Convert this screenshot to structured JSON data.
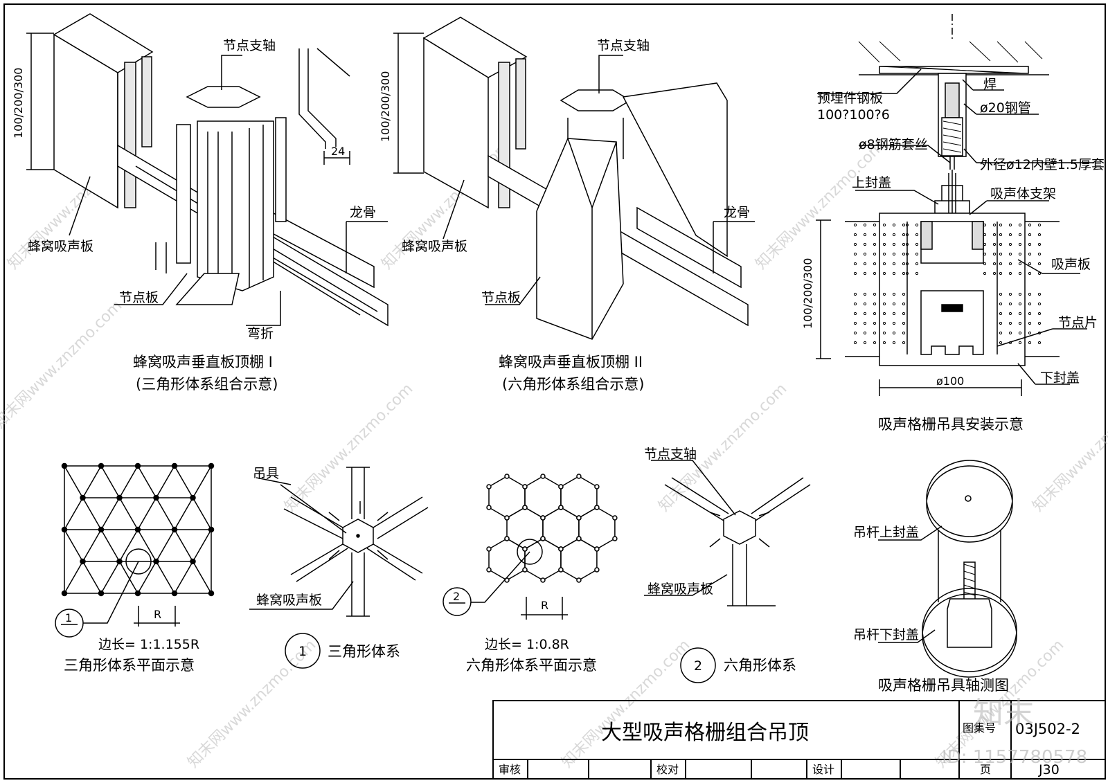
{
  "drawing": {
    "title": "大型吸声格栅组合吊顶",
    "atlas_label": "图集号",
    "atlas_no": "03J502-2",
    "page_label": "页",
    "page_no": "J30",
    "review_label": "审核",
    "check_label": "校对",
    "design_label": "设计"
  },
  "fig1": {
    "dim": "100/200/300",
    "axis_label": "节点支轴",
    "keel_label": "龙骨",
    "panel_label": "蜂窝吸声板",
    "node_plate_label": "节点板",
    "bend_label": "弯折",
    "dim_24": "24",
    "caption1": "蜂窝吸声垂直板顶棚 I",
    "caption2": "(三角形体系组合示意)"
  },
  "fig2": {
    "dim": "100/200/300",
    "axis_label": "节点支轴",
    "keel_label": "龙骨",
    "panel_label": "蜂窝吸声板",
    "node_plate_label": "节点板",
    "caption1": "蜂窝吸声垂直板顶棚 II",
    "caption2": "(六角形体系组合示意)"
  },
  "fig3": {
    "embed_plate": "预埋件钢板",
    "embed_size": "100?100?6",
    "weld": "焊",
    "pipe": "ø20钢管",
    "rebar": "ø8钢筋套丝",
    "sleeve": "外径ø12内壁1.5厚套",
    "top_cap": "上封盖",
    "bracket": "吸声体支架",
    "dim": "100/200/300",
    "absorb_panel": "吸声板",
    "node_piece": "节点片",
    "bottom_cap": "下封盖",
    "dia": "ø100",
    "caption": "吸声格栅吊具安装示意"
  },
  "plan_tri": {
    "callout": "1",
    "r_label": "R",
    "side": "边长= 1:1.155R",
    "caption": "三角形体系平面示意"
  },
  "sys_tri": {
    "hanger": "吊具",
    "panel": "蜂窝吸声板",
    "num": "1",
    "caption": "三角形体系"
  },
  "plan_hex": {
    "callout": "2",
    "r_label": "R",
    "side": "边长= 1:0.8R",
    "caption": "六角形体系平面示意"
  },
  "sys_hex": {
    "axis": "节点支轴",
    "panel": "蜂窝吸声板",
    "num": "2",
    "caption": "六角形体系"
  },
  "axo": {
    "rod_top": "吊杆上封盖",
    "rod_bottom": "吊杆下封盖",
    "caption": "吸声格栅吊具轴测图"
  },
  "watermark": {
    "text": "知末网www.znzmo.com",
    "logo": "知末",
    "id": "ID: 1157780578"
  }
}
